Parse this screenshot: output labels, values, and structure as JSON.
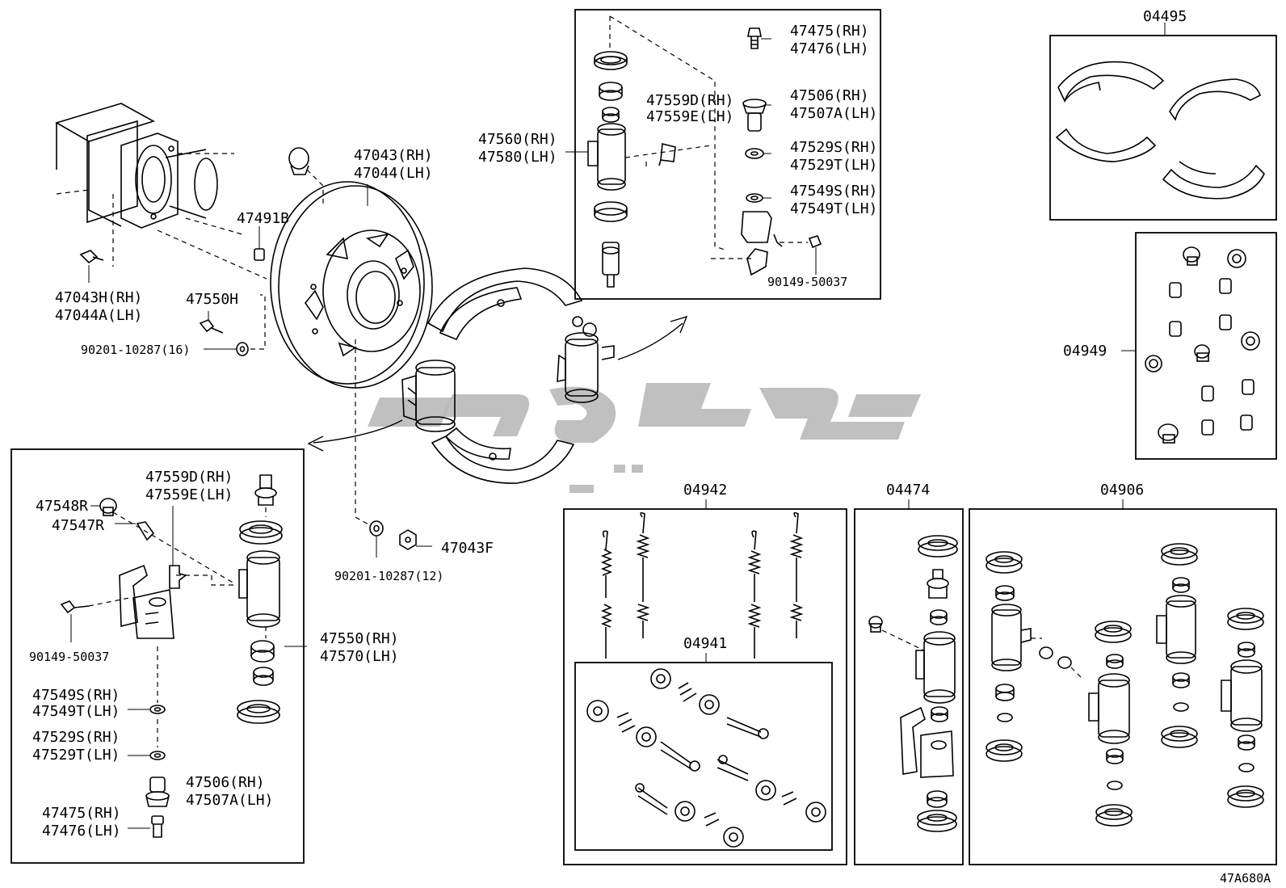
{
  "diagram_code": "47A680A",
  "labels": {
    "l47043": "47043(RH)",
    "l47044": "47044(LH)",
    "l47491B": "47491B",
    "l47043H": "47043H(RH)",
    "l47044A": "47044A(LH)",
    "l47550H": "47550H",
    "l90201_16": "90201-10287(16)",
    "l90201_12": "90201-10287(12)",
    "l47043F": "47043F",
    "l47560": "47560(RH)",
    "l47580": "47580(LH)",
    "l47559D_top": "47559D(RH)",
    "l47559E_top": "47559E(LH)",
    "l47475_top": "47475(RH)",
    "l47476_top": "47476(LH)",
    "l47506_top": "47506(RH)",
    "l47507A_top": "47507A(LH)",
    "l47529S_top": "47529S(RH)",
    "l47529T_top": "47529T(LH)",
    "l47549S_top": "47549S(RH)",
    "l47549T_top": "47549T(LH)",
    "l90149_top": "90149-50037",
    "l04495": "04495",
    "l04949": "04949",
    "l47548R": "47548R",
    "l47547R": "47547R",
    "l47559D_bot": "47559D(RH)",
    "l47559E_bot": "47559E(LH)",
    "l90149_bot": "90149-50037",
    "l47550": "47550(RH)",
    "l47570": "47570(LH)",
    "l47549S_bot": "47549S(RH)",
    "l47549T_bot": "47549T(LH)",
    "l47529S_bot": "47529S(RH)",
    "l47529T_bot": "47529T(LH)",
    "l47506_bot": "47506(RH)",
    "l47507A_bot": "47507A(LH)",
    "l47475_bot": "47475(RH)",
    "l47476_bot": "47476(LH)",
    "l04942": "04942",
    "l04941": "04941",
    "l04474": "04474",
    "l04906": "04906"
  }
}
